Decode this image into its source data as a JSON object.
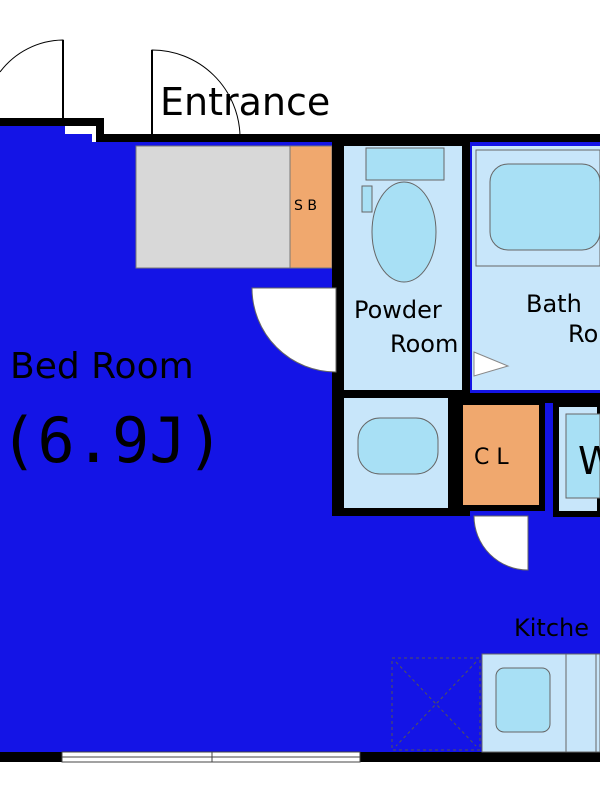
{
  "rooms": {
    "entrance": "Entrance",
    "bed_room": "Bed Room",
    "bed_room_size": "(6.9J)",
    "shoe_box": "S B",
    "powder_room_line1": "Powder",
    "powder_room_line2": "Room",
    "bath_room_line1": "Bath",
    "bath_room_line2": "Ro",
    "closet": "C L",
    "washer": "W",
    "kitchen": "Kitche"
  },
  "colors": {
    "bedroom": "#1414e6",
    "wet_area": "#c8e6fa",
    "fixture": "#a8e0f5",
    "storage": "#f0a86e",
    "gray_fill": "#d8d8d8",
    "wall": "#000000"
  }
}
